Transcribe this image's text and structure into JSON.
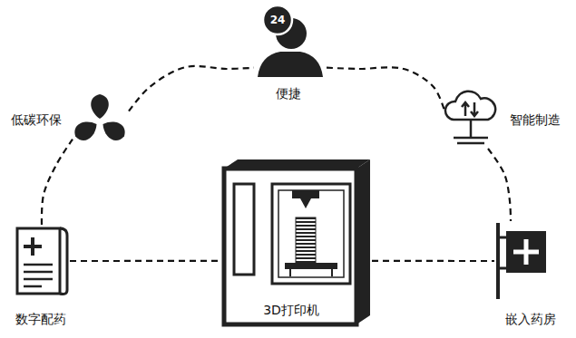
{
  "diagram": {
    "nodes": [
      {
        "text": [
          "24",
          "便捷"
        ]
      },
      {
        "text": [
          "低碳环保"
        ]
      },
      {
        "text": [
          "智能制造"
        ]
      },
      {
        "text": [
          "3D打印机"
        ]
      },
      {
        "text": [
          "数字配药"
        ]
      },
      {
        "text": [
          "嵌入药房"
        ]
      }
    ],
    "edges": [
      {
        "from": 4,
        "to": 1,
        "arrow": "none"
      },
      {
        "from": 1,
        "to": 0,
        "arrow": "none"
      },
      {
        "from": 0,
        "to": 2,
        "arrow": "none"
      },
      {
        "from": 2,
        "to": 5,
        "arrow": "none"
      },
      {
        "from": 4,
        "to": 3,
        "arrow": "none"
      },
      {
        "from": 3,
        "to": 5,
        "arrow": "none"
      }
    ]
  }
}
